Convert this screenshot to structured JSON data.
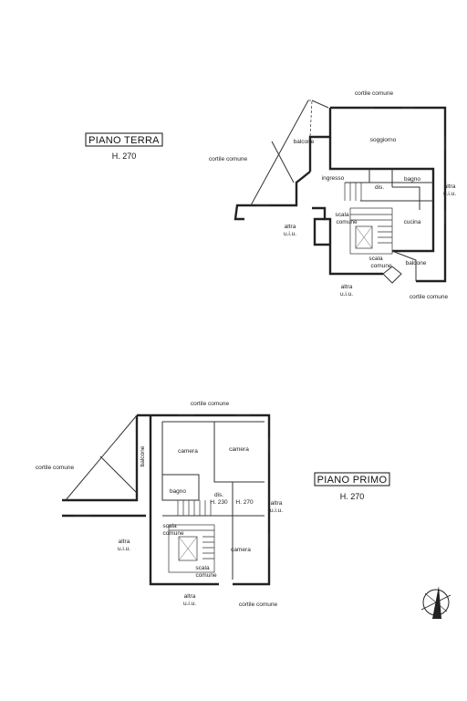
{
  "ground_floor": {
    "title": "PIANO TERRA",
    "height": "H. 270",
    "labels": {
      "cortile_top": "cortile comune",
      "cortile_left": "cortile comune",
      "cortile_bottom": "cortile comune",
      "soggiorno": "soggiorno",
      "balcone_top": "balcone",
      "ingresso": "ingresso",
      "bagno": "bagno",
      "dis": "dis.",
      "altra_right_1": "altra",
      "altra_right_2": "u.i.u.",
      "altra_left_1": "altra",
      "altra_left_2": "u.i.u.",
      "scala_1": "scala",
      "scala_2": "comune",
      "cucina": "cucina",
      "scala_bottom_1": "scala",
      "scala_bottom_2": "comune",
      "balcone_bottom": "balcone",
      "altra_bottom_1": "altra",
      "altra_bottom_2": "u.i.u."
    }
  },
  "first_floor": {
    "title": "PIANO PRIMO",
    "height": "H. 270",
    "labels": {
      "cortile_top": "cortile comune",
      "cortile_left": "cortile comune",
      "cortile_bottom": "cortile comune",
      "camera_1": "camera",
      "camera_2": "camera",
      "camera_3": "camera",
      "balcone": "balcone",
      "bagno": "bagno",
      "dis": "dis.",
      "h230": "H. 230",
      "h270": "H. 270",
      "altra_right_1": "altra",
      "altra_right_2": "u.i.u.",
      "scala_1": "scala",
      "scala_2": "comune",
      "altra_left_1": "altra",
      "altra_left_2": "u.i.u.",
      "scala_bottom_1": "scala",
      "scala_bottom_2": "comune",
      "altra_bottom_1": "altra",
      "altra_bottom_2": "u.i.u."
    }
  },
  "compass_icon": "north-arrow-icon"
}
